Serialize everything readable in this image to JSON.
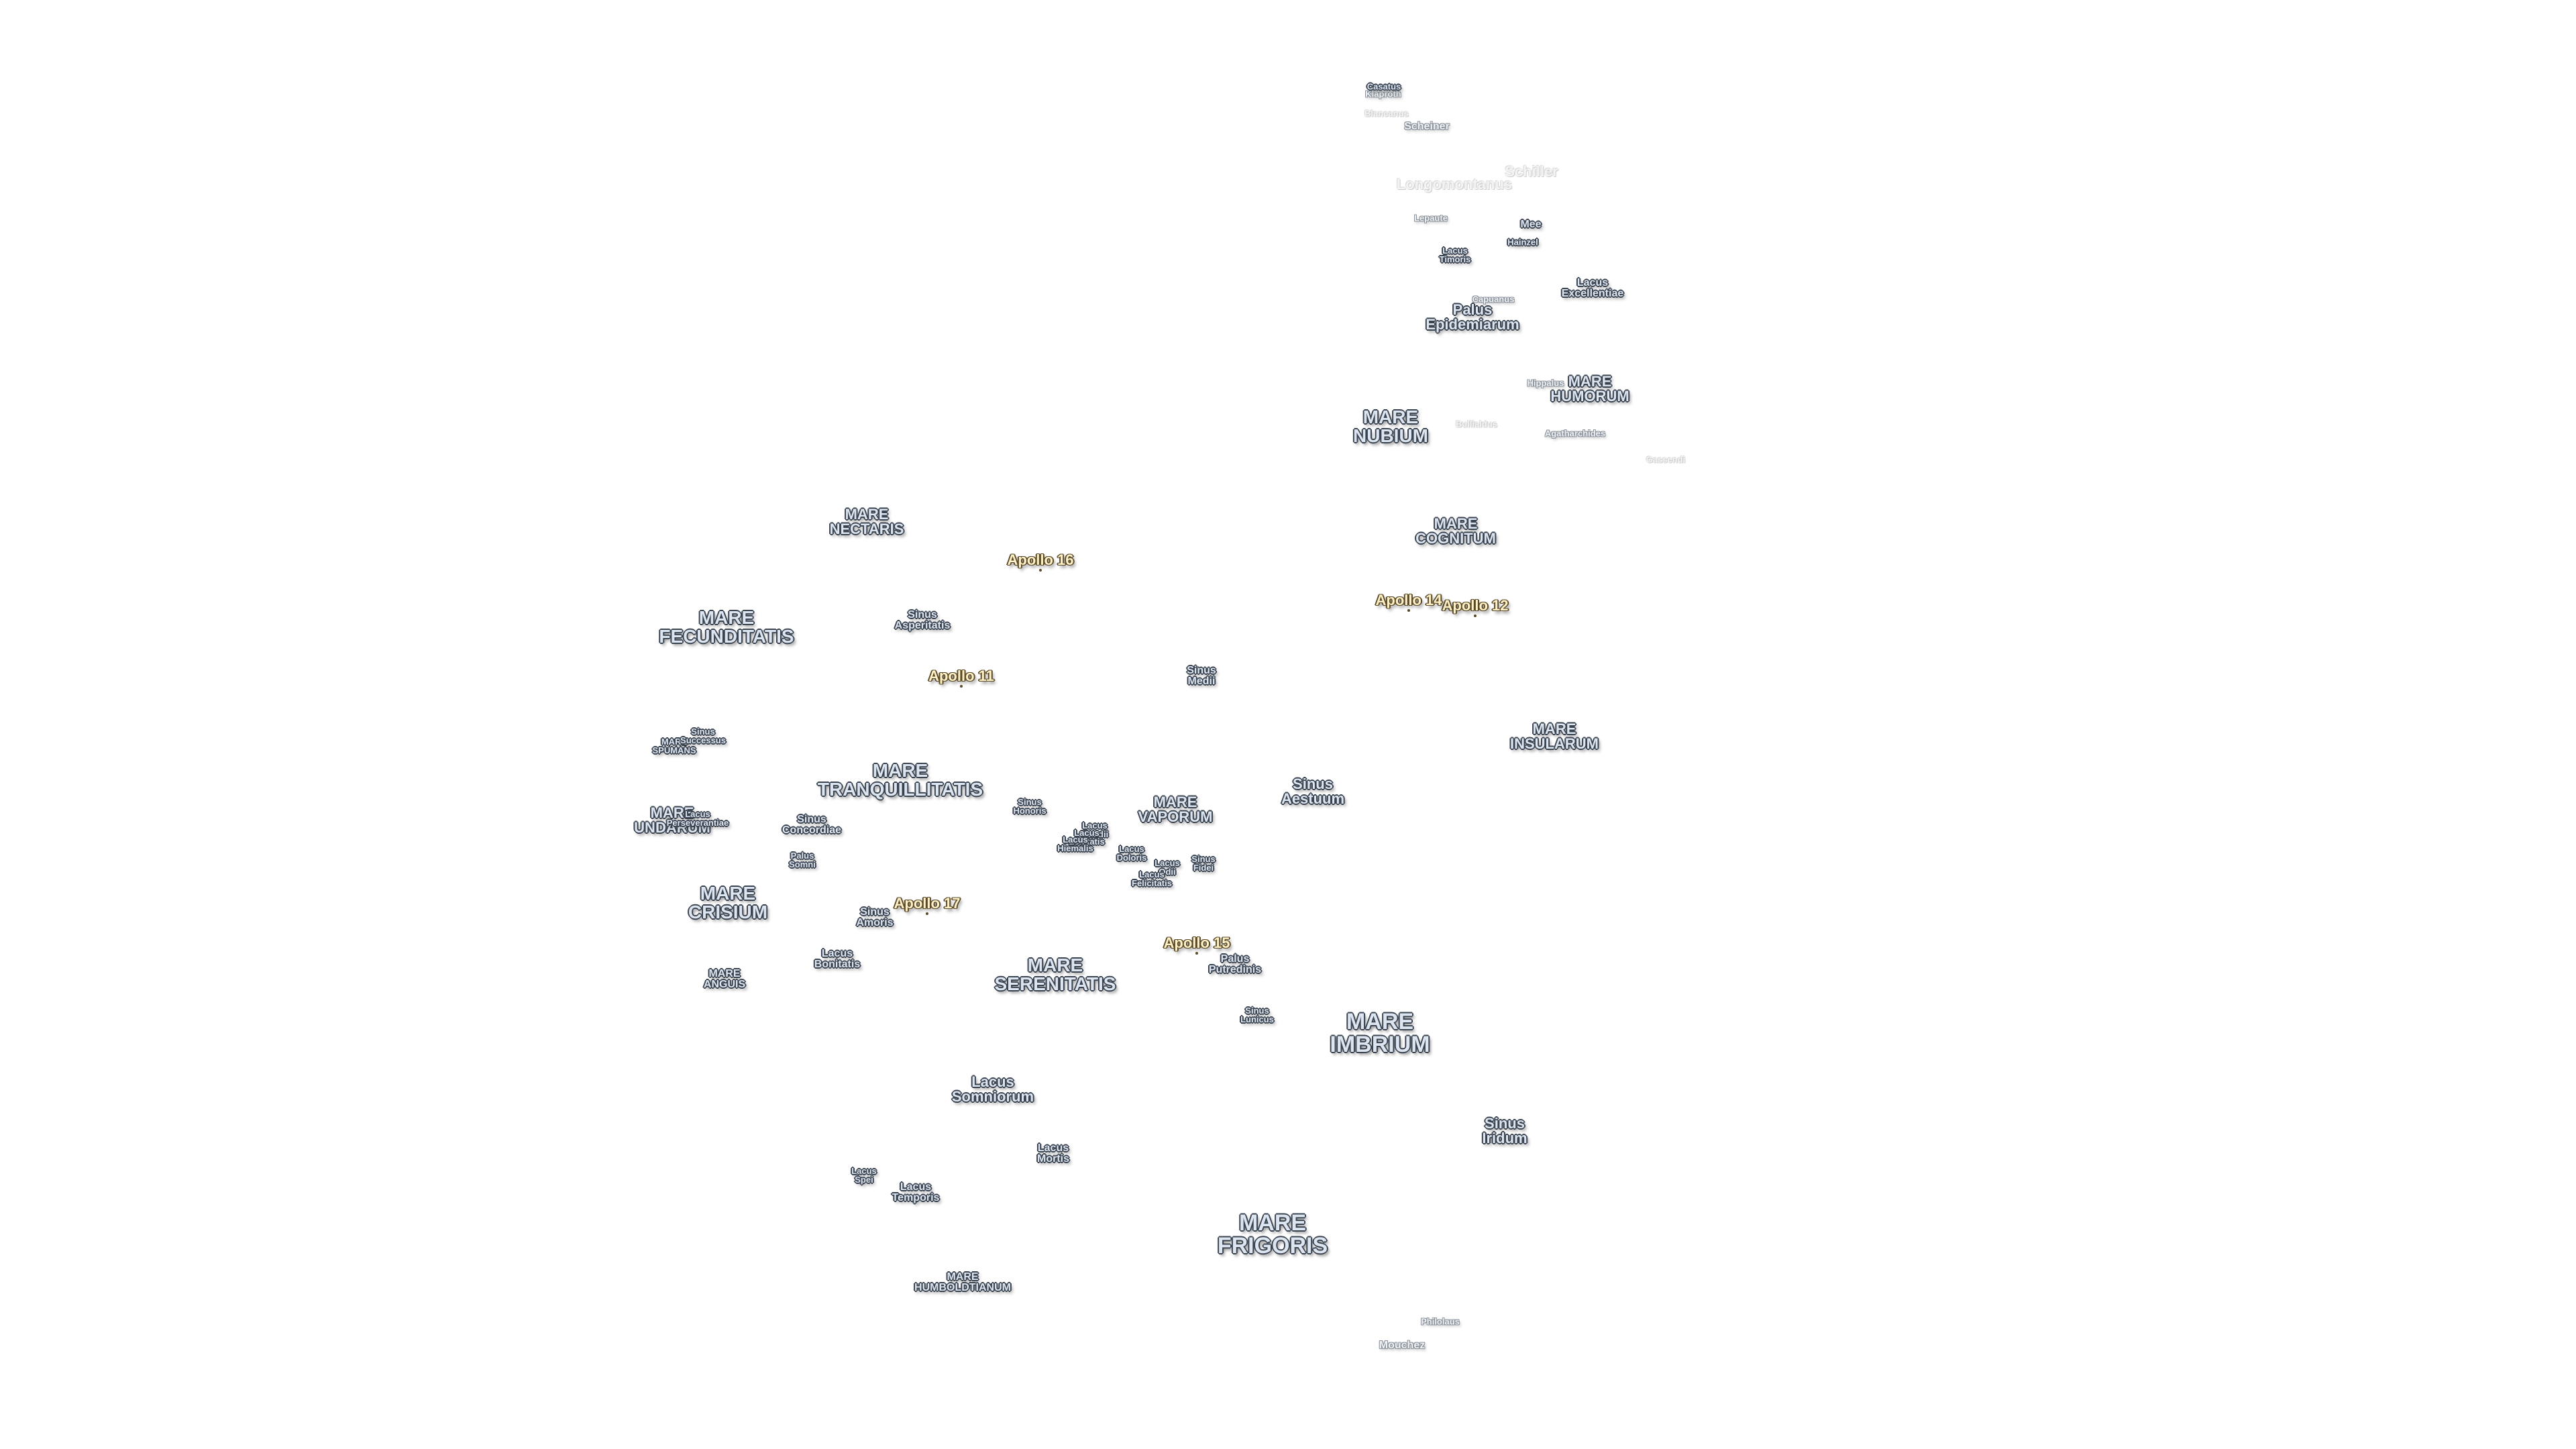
{
  "map": {
    "features": {
      "mare_frigoris": "MARE\nFRIGORIS",
      "mare_imbrium": "MARE\nIMBRIUM",
      "mare_serenitatis": "MARE\nSERENITATIS",
      "mare_tranquillitatis": "MARE\nTRANQUILLITATIS",
      "mare_fecunditatis": "MARE\nFECUNDITATIS",
      "mare_crisium": "MARE\nCRISIUM",
      "mare_nubium": "MARE\nNUBIUM",
      "mare_insularum": "MARE\nINSULARUM",
      "mare_humorum": "MARE\nHUMORUM",
      "mare_cognitum": "MARE\nCOGNITUM",
      "mare_nectaris": "MARE\nNECTARIS",
      "mare_vaporum": "MARE\nVAPORUM",
      "mare_humboldtianum": "MARE\nHUMBOLDTIANUM",
      "mare_anguis": "MARE\nANGUIS",
      "mare_undarum": "MARE\nUNDARUM",
      "mare_spumans": "MARE\nSPUMANS",
      "lacus_somniorum": "Lacus\nSomniorum",
      "lacus_mortis": "Lacus\nMortis",
      "lacus_temporis": "Lacus\nTemporis",
      "lacus_spei": "Lacus\nSpei",
      "lacus_bonitatis": "Lacus\nBonitatis",
      "lacus_doloris": "Lacus\nDoloris",
      "lacus_odii": "Lacus\nOdii",
      "lacus_gaudii": "Lacus\nGaudii",
      "lacus_lenitatis": "Lacus\nLenitatis",
      "lacus_hiemalis": "Lacus\nHiemalis",
      "lacus_felicitatis": "Lacus\nFelicitatis",
      "lacus_timoris": "Lacus\nTimoris",
      "lacus_excellentiae": "Lacus\nExcellentiae",
      "lacus_perseverantiae": "Lacus\nPerseverantiae",
      "sinus_iridum": "Sinus\nIridum",
      "sinus_roris": "Sinus\nLunicus",
      "sinus_aestuum": "Sinus\nAestuum",
      "sinus_medii": "Sinus\nMedii",
      "sinus_asperitatis": "Sinus\nAsperitatis",
      "sinus_amoris": "Sinus\nAmoris",
      "sinus_concordiae": "Sinus\nConcordiae",
      "sinus_honoris": "Sinus\nHonoris",
      "sinus_fidei": "Sinus\nFidei",
      "sinus_successus": "Sinus\nSuccessus",
      "palus_putredinis": "Palus\nPutredinis",
      "palus_somni": "Palus\nSomni",
      "palus_epidemiarum": "Palus\nEpidemiarum",
      "philolaus": "Philolaus",
      "mouchez": "Mouchez",
      "schiller": "Schiller",
      "scheiner": "Scheiner",
      "longomontanus": "Longomontanus",
      "mee": "Mee",
      "hainzel": "Hainzel",
      "lepaute": "Lepaute",
      "capuanus": "Capuanus",
      "hippalus": "Hippalus",
      "agatharchides": "Agatharchides",
      "bullialdus": "Bullialdus",
      "gassendi": "Gassendi",
      "kasprek": "Klaproth",
      "casatus": "Casatus",
      "blancanus": "Blancanus"
    },
    "apollo": {
      "a11": "Apollo 11",
      "a12": "Apollo 12",
      "a14": "Apollo 14",
      "a15": "Apollo 15",
      "a16": "Apollo 16",
      "a17": "Apollo 17"
    }
  },
  "colors": {
    "background": "#ffffff",
    "label_fill": "#dde6f0",
    "label_outline": "#3a4350",
    "apollo_fill": "#fff1c6"
  }
}
